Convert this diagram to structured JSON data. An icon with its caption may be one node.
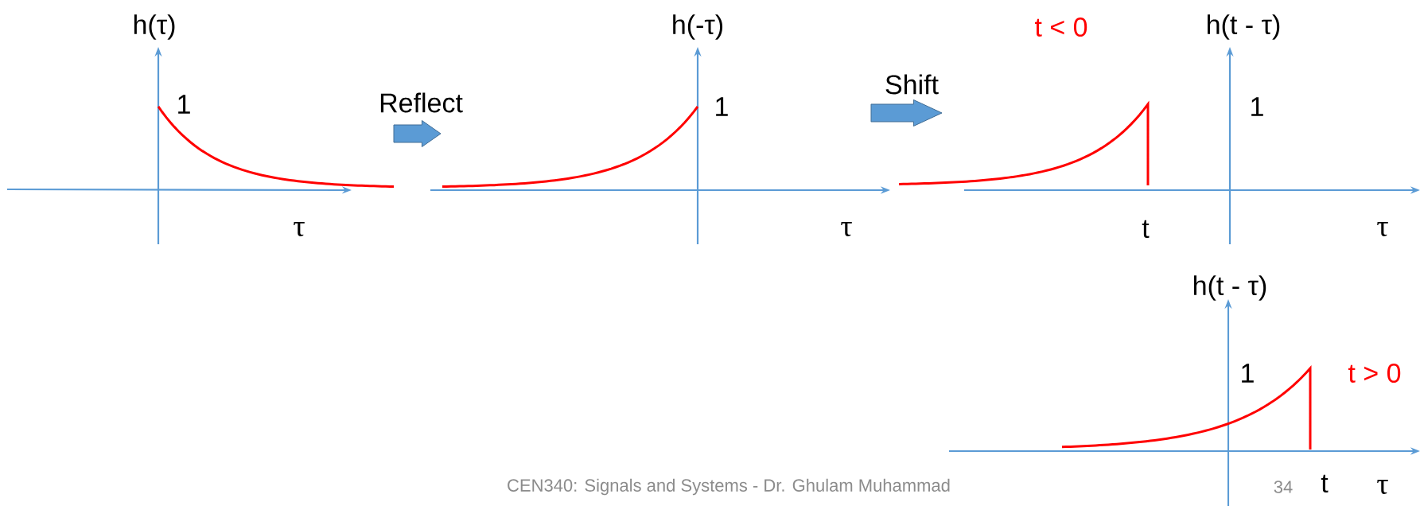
{
  "diagram": {
    "labels": [
      "h(τ)",
      "1",
      "τ",
      "Reflect",
      "h(-τ)",
      "1",
      "τ",
      "Shift",
      "t < 0",
      "h(t - τ)",
      "1",
      "t",
      "τ",
      "h(t - τ)",
      "1",
      "t > 0",
      "CEN340: Signals and Systems - Dr. Ghulam Muhammad",
      "34",
      "t",
      "τ"
    ]
  }
}
